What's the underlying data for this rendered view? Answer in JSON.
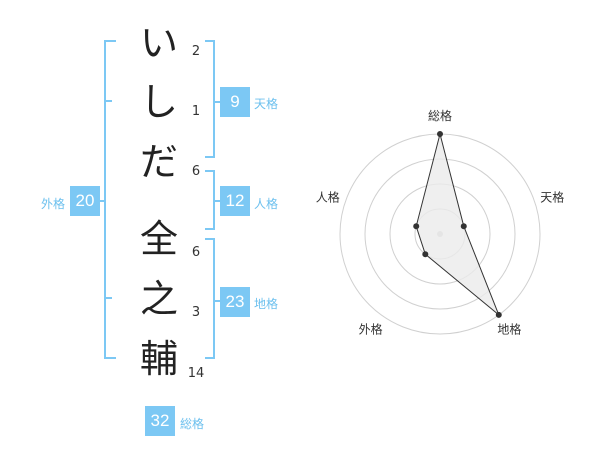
{
  "name": {
    "chars": [
      {
        "char": "い",
        "strokes": "2"
      },
      {
        "char": "し",
        "strokes": "1"
      },
      {
        "char": "だ",
        "strokes": "6"
      },
      {
        "char": "全",
        "strokes": "6"
      },
      {
        "char": "之",
        "strokes": "3"
      },
      {
        "char": "輔",
        "strokes": "14"
      }
    ]
  },
  "fortune": {
    "tenkaku": {
      "value": "9",
      "label": "天格"
    },
    "jinkaku": {
      "value": "12",
      "label": "人格"
    },
    "chikaku": {
      "value": "23",
      "label": "地格"
    },
    "gaikaku": {
      "value": "20",
      "label": "外格"
    },
    "soukaku": {
      "value": "32",
      "label": "総格"
    }
  },
  "chart_data": {
    "type": "radar",
    "axes": [
      "総格",
      "天格",
      "地格",
      "外格",
      "人格"
    ],
    "values": [
      4,
      1,
      4,
      1,
      1
    ],
    "rings": 4,
    "max": 4,
    "colors": {
      "fill": "#ebebeb",
      "line": "#333333",
      "ring": "#d0d0d0",
      "bracket": "#7cc8f4"
    }
  }
}
